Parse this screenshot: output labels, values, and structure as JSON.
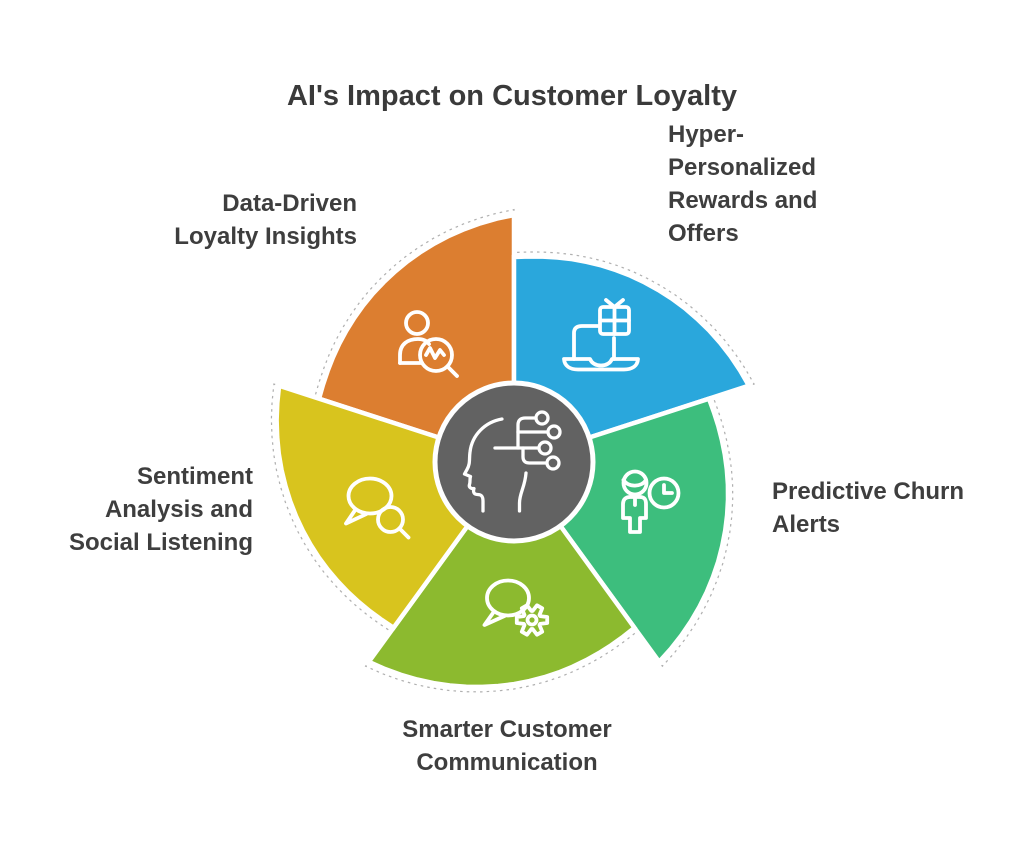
{
  "title": "AI's Impact on Customer Loyalty",
  "colors": {
    "center_circle": "#626262",
    "icon_stroke": "#ffffff",
    "text": "#3e3e3e",
    "dashed_outline": "#b0b0b0",
    "background": "#ffffff"
  },
  "center": {
    "icon": "ai-head-circuit-icon"
  },
  "segments": [
    {
      "id": "data-driven-loyalty-insights",
      "label_lines": [
        "Data-Driven",
        "Loyalty Insights"
      ],
      "color": "#DC7E30",
      "icon": "person-analytics-icon"
    },
    {
      "id": "hyper-personalized-rewards",
      "label_lines": [
        "Hyper-",
        "Personalized",
        "Rewards and",
        "Offers"
      ],
      "color": "#2AA7DC",
      "icon": "laptop-gift-icon"
    },
    {
      "id": "predictive-churn-alerts",
      "label_lines": [
        "Predictive Churn",
        "Alerts"
      ],
      "color": "#3DBE7D",
      "icon": "person-clock-icon"
    },
    {
      "id": "smarter-customer-communication",
      "label_lines": [
        "Smarter Customer",
        "Communication"
      ],
      "color": "#8CBA2F",
      "icon": "chat-gear-icon"
    },
    {
      "id": "sentiment-analysis-social-listening",
      "label_lines": [
        "Sentiment",
        "Analysis and",
        "Social Listening"
      ],
      "color": "#D8C41E",
      "icon": "chat-search-icon"
    }
  ]
}
